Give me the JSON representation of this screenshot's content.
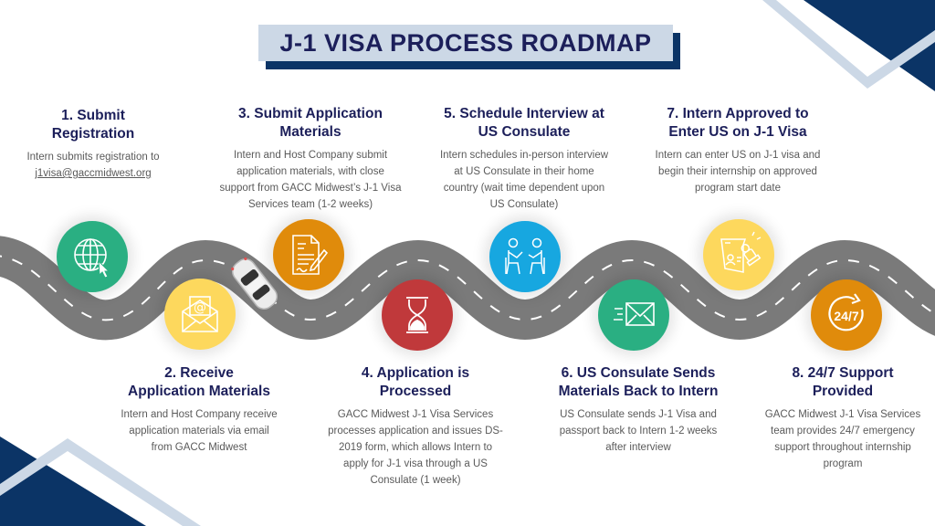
{
  "header": {
    "title": "J-1 VISA PROCESS ROADMAP"
  },
  "colors": {
    "navy": "#0b3466",
    "light_blue": "#ccd8e6",
    "title_text": "#1c1f5a",
    "road": "#7a7a7a",
    "green": "#2aaf82",
    "yellow": "#fdd85d",
    "orange": "#e08b0b",
    "red": "#c0393b",
    "blue": "#17a7e0"
  },
  "steps": [
    {
      "number": "1",
      "title_line1": "1. Submit",
      "title_line2": "Registration",
      "desc_line1": "Intern submits registration to",
      "email": "j1visa@gaccmidwest.org",
      "icon": "globe-cursor-icon"
    },
    {
      "number": "2",
      "title_line1": "2. Receive",
      "title_line2": "Application Materials",
      "desc": [
        "Intern and Host Company receive",
        "application materials via email",
        "from GACC Midwest"
      ],
      "icon": "email-at-icon"
    },
    {
      "number": "3",
      "title_line1": "3. Submit Application",
      "title_line2": "Materials",
      "desc": [
        "Intern and Host Company submit",
        "application materials, with close",
        "support from GACC Midwest’s J-1 Visa",
        "Services team (1-2 weeks)"
      ],
      "icon": "document-pen-icon"
    },
    {
      "number": "4",
      "title_line1": "4. Application is",
      "title_line2": "Processed",
      "desc": [
        "GACC Midwest J-1 Visa Services",
        "processes application and issues DS-",
        "2019 form, which allows Intern to",
        "apply for J-1 visa through a US",
        "Consulate (1 week)"
      ],
      "icon": "hourglass-icon"
    },
    {
      "number": "5",
      "title_line1": "5. Schedule Interview at",
      "title_line2": "US Consulate",
      "desc": [
        "Intern schedules in-person interview",
        "at US Consulate in their home",
        "country (wait time dependent upon",
        "US Consulate)"
      ],
      "icon": "interview-icon"
    },
    {
      "number": "6",
      "title_line1": "6. US Consulate Sends",
      "title_line2": "Materials Back to Intern",
      "desc": [
        "US Consulate sends J-1 Visa and",
        "passport back to Intern 1-2 weeks",
        "after interview"
      ],
      "icon": "fast-mail-icon"
    },
    {
      "number": "7",
      "title_line1": "7. Intern Approved to",
      "title_line2": "Enter US on J-1 Visa",
      "desc": [
        "Intern can enter US on J-1 visa and",
        "begin their internship on approved",
        "program start date"
      ],
      "icon": "passport-stamp-icon"
    },
    {
      "number": "8",
      "title_line1": "8. 24/7 Support",
      "title_line2": "Provided",
      "desc": [
        "GACC Midwest J-1 Visa Services",
        "team provides 24/7 emergency",
        "support throughout internship",
        "program"
      ],
      "icon": "support-24-7-icon",
      "icon_text": "24/7"
    }
  ]
}
